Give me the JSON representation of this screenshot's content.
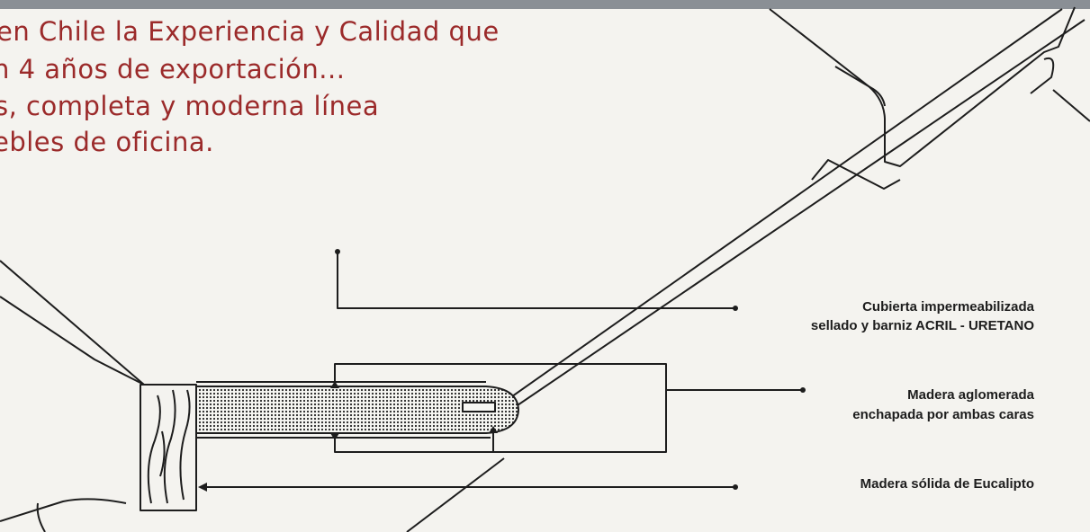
{
  "headline": {
    "line1": "en Chile la Experiencia y Calidad que",
    "line2": "n 4 años de exportación...",
    "line3": "s, completa y moderna línea",
    "line4": "ebles de oficina."
  },
  "callouts": {
    "cubierta": {
      "line1": "Cubierta impermeabilizada",
      "line2": "sellado y barniz ACRIL - URETANO"
    },
    "aglomerada": {
      "line1": "Madera aglomerada",
      "line2": "enchapada por ambas caras"
    },
    "solida": {
      "line1": "Madera sólida de Eucalipto"
    }
  },
  "colors": {
    "headline": "#9b2a2a",
    "ink": "#1d1d1d",
    "paper": "#f4f3ef"
  }
}
